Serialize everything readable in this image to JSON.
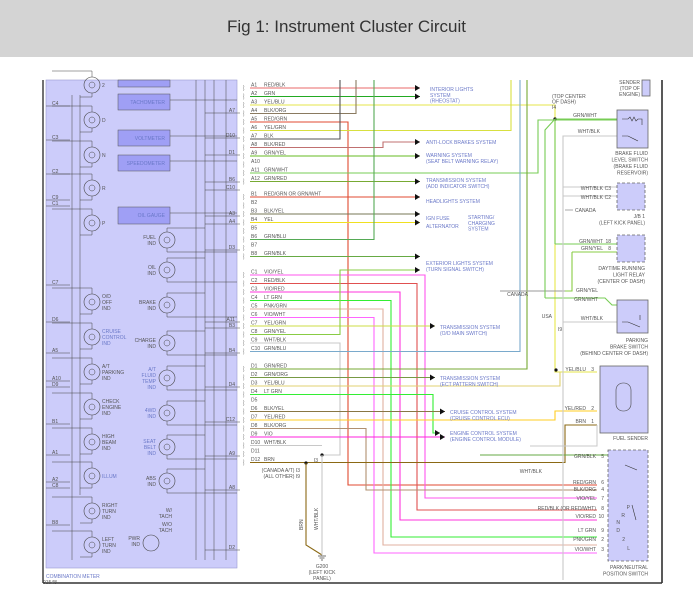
{
  "header": {
    "title": "Fig 1: Instrument Cluster Circuit"
  },
  "connector_pins": [
    {
      "pin": "A1",
      "wire": "RED/BLK",
      "color": "#e86a6a"
    },
    {
      "pin": "A2",
      "wire": "GRN",
      "color": "#22aa22"
    },
    {
      "pin": "A3",
      "wire": "YEL/BLU",
      "color": "#e6e64a"
    },
    {
      "pin": "A4",
      "wire": "BLK/ORG",
      "color": "#8a7a60"
    },
    {
      "pin": "A5",
      "wire": "RED/GRN",
      "color": "#e04a30"
    },
    {
      "pin": "A6",
      "wire": "YEL/GRN",
      "color": "#d8e040"
    },
    {
      "pin": "A7",
      "wire": "BLK",
      "color": "#555555"
    },
    {
      "pin": "A8",
      "wire": "BLK/RED",
      "color": "#c07070"
    },
    {
      "pin": "A9",
      "wire": "GRN/YEL",
      "color": "#66bb22"
    },
    {
      "pin": "A10",
      "wire": "",
      "color": ""
    },
    {
      "pin": "A11",
      "wire": "GRN/WHT",
      "color": "#77cc55"
    },
    {
      "pin": "A12",
      "wire": "GRN/RED",
      "color": "#77aa33"
    },
    {
      "pin": "B1",
      "wire": "RED/GRN OR GRN/WHT",
      "color": "#e04a30"
    },
    {
      "pin": "B2",
      "wire": "",
      "color": ""
    },
    {
      "pin": "B3",
      "wire": "BLK/YEL",
      "color": "#777755"
    },
    {
      "pin": "B4",
      "wire": "YEL",
      "color": "#f0e020"
    },
    {
      "pin": "B5",
      "wire": "",
      "color": ""
    },
    {
      "pin": "B6",
      "wire": "GRN/BLU",
      "color": "#55aa55"
    },
    {
      "pin": "B7",
      "wire": "",
      "color": ""
    },
    {
      "pin": "B8",
      "wire": "GRN/BLK",
      "color": "#66aa44"
    },
    {
      "pin": "C1",
      "wire": "VIO/YEL",
      "color": "#ff55ee"
    },
    {
      "pin": "C2",
      "wire": "RED/BLK",
      "color": "#e05050"
    },
    {
      "pin": "C3",
      "wire": "VIO/RED",
      "color": "#ff33dd"
    },
    {
      "pin": "C4",
      "wire": "LT GRN",
      "color": "#33ee33"
    },
    {
      "pin": "C5",
      "wire": "PNK/GRN",
      "color": "#e0b0a0"
    },
    {
      "pin": "C6",
      "wire": "VIO/WHT",
      "color": "#ff66ff"
    },
    {
      "pin": "C7",
      "wire": "YEL/GRN",
      "color": "#ccdd44"
    },
    {
      "pin": "C8",
      "wire": "GRN/YEL",
      "color": "#88cc44"
    },
    {
      "pin": "C9",
      "wire": "WHT/BLK",
      "color": "#c8c8c8"
    },
    {
      "pin": "C10",
      "wire": "GRN/BLU",
      "color": "#7aaacc"
    },
    {
      "pin": "D1",
      "wire": "GRN/RED",
      "color": "#77aa33"
    },
    {
      "pin": "D2",
      "wire": "GRN/ORG",
      "color": "#779944"
    },
    {
      "pin": "D3",
      "wire": "YEL/BLU",
      "color": "#e0d070"
    },
    {
      "pin": "D4",
      "wire": "LT GRN",
      "color": "#33ee33"
    },
    {
      "pin": "D5",
      "wire": "",
      "color": ""
    },
    {
      "pin": "D6",
      "wire": "BLK/YEL",
      "color": "#887744"
    },
    {
      "pin": "D7",
      "wire": "YEL/RED",
      "color": "#ffcc22"
    },
    {
      "pin": "D8",
      "wire": "BLK/ORG",
      "color": "#b09070"
    },
    {
      "pin": "D9",
      "wire": "VIO",
      "color": "#ff22dd"
    },
    {
      "pin": "D10",
      "wire": "WHT/BLK",
      "color": "#c8c8c8"
    },
    {
      "pin": "D11",
      "wire": "",
      "color": ""
    },
    {
      "pin": "D12",
      "wire": "BRN",
      "color": "#8b6914"
    }
  ],
  "destinations": [
    {
      "lines": [
        "INTERIOR LIGHTS",
        "SYSTEM",
        "(RHEOSTAT)"
      ]
    },
    {
      "lines": [
        "ANTI-LOCK BRAKES SYSTEM"
      ]
    },
    {
      "lines": [
        "WARNING SYSTEM",
        "(SEAT BELT WARNING RELAY)"
      ]
    },
    {
      "lines": [
        "TRANSMISSION SYSTEM",
        "(ADD INDICATOR SWITCH)"
      ]
    },
    {
      "lines": [
        "HEADLIGHTS SYSTEM"
      ]
    },
    {
      "lines": [
        "IGN FUSE"
      ]
    },
    {
      "lines": [
        "ALTERNATOR"
      ]
    },
    {
      "lines": [
        "STARTING/",
        "CHARGING",
        "SYSTEM"
      ]
    },
    {
      "lines": [
        "EXTERIOR LIGHTS SYSTEM",
        "(TURN SIGNAL SWITCH)"
      ]
    },
    {
      "lines": [
        "TRANSMISSION SYSTEM",
        "(O/D MAIN SWITCH)"
      ]
    },
    {
      "lines": [
        "TRANSMISSION SYSTEM",
        "(ECT PATTERN SWITCH)"
      ]
    },
    {
      "lines": [
        "CRUISE CONTROL SYSTEM",
        "(CRUISE CONTROL ECU)"
      ]
    },
    {
      "lines": [
        "ENGINE CONTROL SYSTEM",
        "(ENGINE CONTROL MODULE)"
      ]
    }
  ],
  "meter": {
    "label": "COMBINATION METER",
    "code": "91548",
    "gauges": [
      "TACHOMETER",
      "VOLTMETER",
      "SPEEDOMETER",
      "OIL GAUGE"
    ],
    "left_indicators": [
      {
        "lines": [
          "2"
        ]
      },
      {
        "lines": [
          "D"
        ]
      },
      {
        "lines": [
          "N"
        ]
      },
      {
        "lines": [
          "R"
        ]
      },
      {
        "lines": [
          "P"
        ]
      },
      {
        "lines": [
          "O/D",
          "OFF",
          "IND"
        ]
      },
      {
        "lines": [
          "CRUISE",
          "CONTROL",
          "IND"
        ]
      },
      {
        "lines": [
          "A/T",
          "PARKING",
          "IND"
        ]
      },
      {
        "lines": [
          "CHECK",
          "ENGINE",
          "IND"
        ]
      },
      {
        "lines": [
          "HIGH",
          "BEAM",
          "IND"
        ]
      },
      {
        "lines": [
          "ILLUM"
        ]
      },
      {
        "lines": [
          "RIGHT",
          "TURN",
          "IND"
        ]
      },
      {
        "lines": [
          "LEFT",
          "TURN",
          "IND"
        ]
      }
    ],
    "right_indicators": [
      {
        "lines": [
          "FUEL",
          "IND"
        ]
      },
      {
        "lines": [
          "OIL",
          "IND"
        ]
      },
      {
        "lines": [
          "BRAKE",
          "IND"
        ]
      },
      {
        "lines": [
          "CHARGE",
          "IND"
        ]
      },
      {
        "lines": [
          "A/T",
          "FLUID",
          "TEMP",
          "IND"
        ]
      },
      {
        "lines": [
          "4WD",
          "IND"
        ]
      },
      {
        "lines": [
          "SEAT",
          "BELT",
          "IND"
        ]
      },
      {
        "lines": [
          "ABS",
          "IND"
        ]
      }
    ],
    "pwr_indicator": [
      "PWR",
      "IND"
    ],
    "tach_variants": [
      "W/",
      "TACH",
      "W/O",
      "TACH"
    ],
    "left_pins": [
      "C4",
      "C3",
      "C2",
      "C9",
      "C1",
      "C7",
      "D6",
      "A5",
      "A10",
      "D9",
      "B1",
      "A1",
      "A2",
      "C8",
      "B8"
    ],
    "right_pins": [
      "A7",
      "D10",
      "D1",
      "B6",
      "C10",
      "A3",
      "A4",
      "D3",
      "A11",
      "B3",
      "B4",
      "D4",
      "C12",
      "A9",
      "A8",
      "D2"
    ]
  },
  "splices": {
    "i4": {
      "lines": [
        "(TOP CENTER",
        "OF DASH)",
        "I4"
      ]
    },
    "i3": "I3",
    "i3_i9": [
      "(CANADA A/T)  I3",
      "(ALL OTHER)  I9"
    ],
    "i9": "I9",
    "ground": {
      "wires": [
        "BRN",
        "WHT/BLK"
      ],
      "lines": [
        "G200",
        "(LEFT KICK",
        "PANEL)"
      ]
    },
    "canada_1": "CANADA",
    "canada_2": "CANADA",
    "usa": "USA"
  },
  "components": {
    "sender": [
      "SENDER",
      "(TOP OF",
      "ENGINE)"
    ],
    "brake_fluid": [
      "BRAKE FLUID",
      "LEVEL SWITCH",
      "(BRAKE FLUID",
      "RESERVOIR)"
    ],
    "jb1": [
      "J/B 1",
      "(LEFT KICK PANEL)"
    ],
    "drl_relay": [
      "DAYTIME RUNNING",
      "LIGHT RELAY",
      "(CENTER OF DASH)"
    ],
    "parking_brake": [
      "PARKING",
      "BRAKE SWITCH",
      "(BEHIND CENTER OF DASH)"
    ],
    "fuel_sender": [
      "FUEL SENDER"
    ],
    "park_neutral": [
      "PARK/NEUTRAL",
      "POSITION SWITCH"
    ],
    "pns_positions": [
      "P",
      "R",
      "N",
      "D",
      "2",
      "L"
    ]
  },
  "right_wires": [
    {
      "label": "GRN/WHT",
      "pin": ""
    },
    {
      "label": "WHT/BLK",
      "pin": ""
    },
    {
      "label": "WHT/BLK",
      "pin": "C3"
    },
    {
      "label": "WHT/BLK",
      "pin": "C2"
    },
    {
      "label": "GRN/WHT",
      "pin": "18"
    },
    {
      "label": "GRN/YEL",
      "pin": "8"
    },
    {
      "label": "GRN/YEL",
      "pin": ""
    },
    {
      "label": "GRN/WHT",
      "pin": ""
    },
    {
      "label": "WHT/BLK",
      "pin": ""
    },
    {
      "label": "YEL/BLU",
      "pin": "3"
    },
    {
      "label": "YEL/RED",
      "pin": "2"
    },
    {
      "label": "BRN",
      "pin": "1"
    },
    {
      "label": "GRN/BLK",
      "pin": "5"
    },
    {
      "label": "WHT/BLK",
      "pin": ""
    },
    {
      "label": "RED/GRN",
      "pin": "6"
    },
    {
      "label": "BLK/ORG",
      "pin": "4"
    },
    {
      "label": "VIO/YEL",
      "pin": "7"
    },
    {
      "label": "RED/BLK (OR RED/WHT)",
      "pin": "8"
    },
    {
      "label": "VIO/RED",
      "pin": "10"
    },
    {
      "label": "LT GRN",
      "pin": "9"
    },
    {
      "label": "PNK/GRN",
      "pin": "2"
    },
    {
      "label": "VIO/WHT",
      "pin": "3"
    }
  ]
}
